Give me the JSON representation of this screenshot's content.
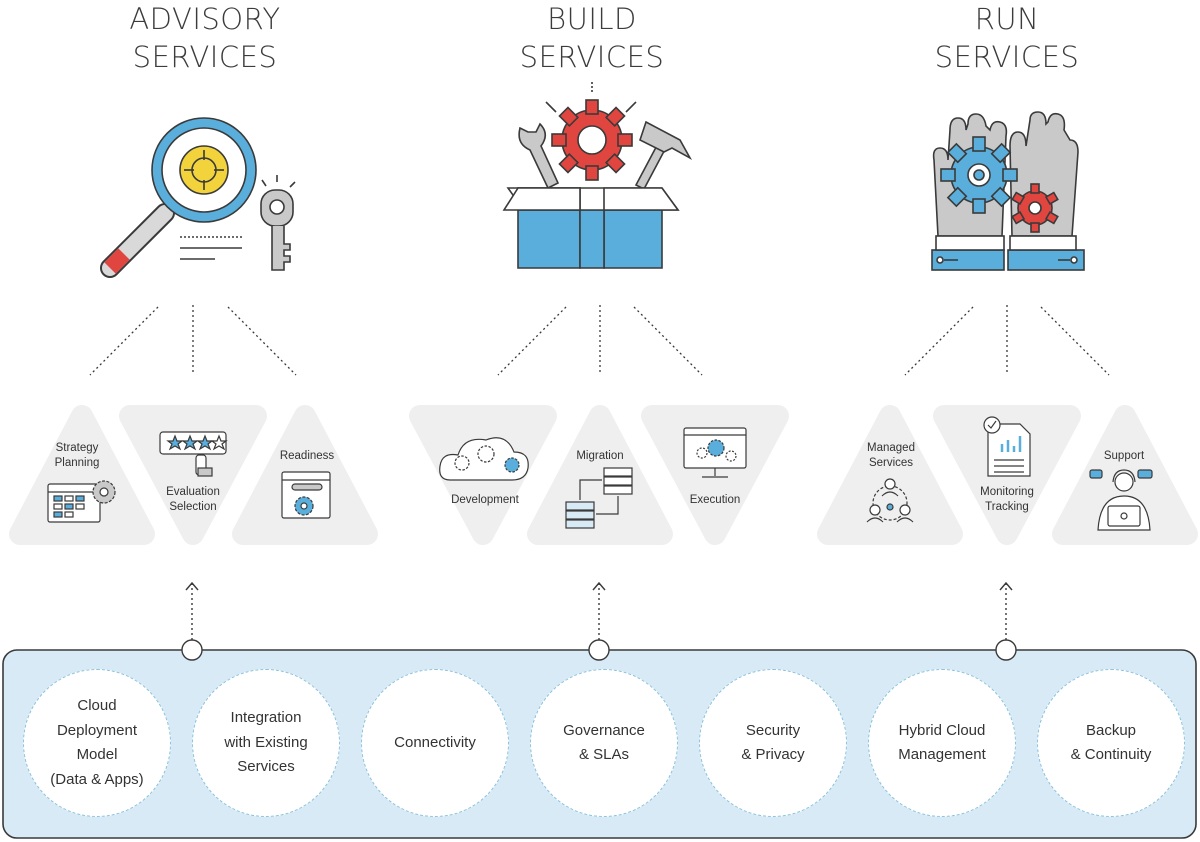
{
  "columns": [
    {
      "title_lines": [
        "ADVISORY",
        "SERVICES"
      ],
      "items": [
        {
          "label_lines": [
            "Strategy",
            "Planning"
          ],
          "icon": "calendar-gear-icon"
        },
        {
          "label_lines": [
            "Evaluation",
            "Selection"
          ],
          "icon": "star-rating-icon"
        },
        {
          "label_lines": [
            "Readiness"
          ],
          "icon": "browser-wrench-icon"
        }
      ]
    },
    {
      "title_lines": [
        "BUILD",
        "SERVICES"
      ],
      "items": [
        {
          "label_lines": [
            "Development"
          ],
          "icon": "cloud-gears-icon"
        },
        {
          "label_lines": [
            "Migration"
          ],
          "icon": "server-transfer-icon"
        },
        {
          "label_lines": [
            "Execution"
          ],
          "icon": "monitor-gears-icon"
        }
      ]
    },
    {
      "title_lines": [
        "RUN",
        "SERVICES"
      ],
      "items": [
        {
          "label_lines": [
            "Managed",
            "Services"
          ],
          "icon": "people-network-icon"
        },
        {
          "label_lines": [
            "Monitoring",
            "Tracking"
          ],
          "icon": "report-chart-icon"
        },
        {
          "label_lines": [
            "Support"
          ],
          "icon": "support-agent-icon"
        }
      ]
    }
  ],
  "foundation": [
    {
      "lines": [
        "Cloud",
        "Deployment",
        "Model",
        "(Data & Apps)"
      ]
    },
    {
      "lines": [
        "Integration",
        "with Existing",
        "Services"
      ]
    },
    {
      "lines": [
        "Connectivity"
      ]
    },
    {
      "lines": [
        "Governance",
        "& SLAs"
      ]
    },
    {
      "lines": [
        "Security",
        "& Privacy"
      ]
    },
    {
      "lines": [
        "Hybrid Cloud",
        "Management"
      ]
    },
    {
      "lines": [
        "Backup",
        "& Continuity"
      ]
    }
  ],
  "colors": {
    "blue": "#5aaedb",
    "light_blue": "#d7eaf5",
    "red": "#e0463f",
    "yellow": "#f3d33c",
    "gray": "#c9c9c9",
    "dark": "#3a3a3a",
    "tri": "#efefef"
  }
}
